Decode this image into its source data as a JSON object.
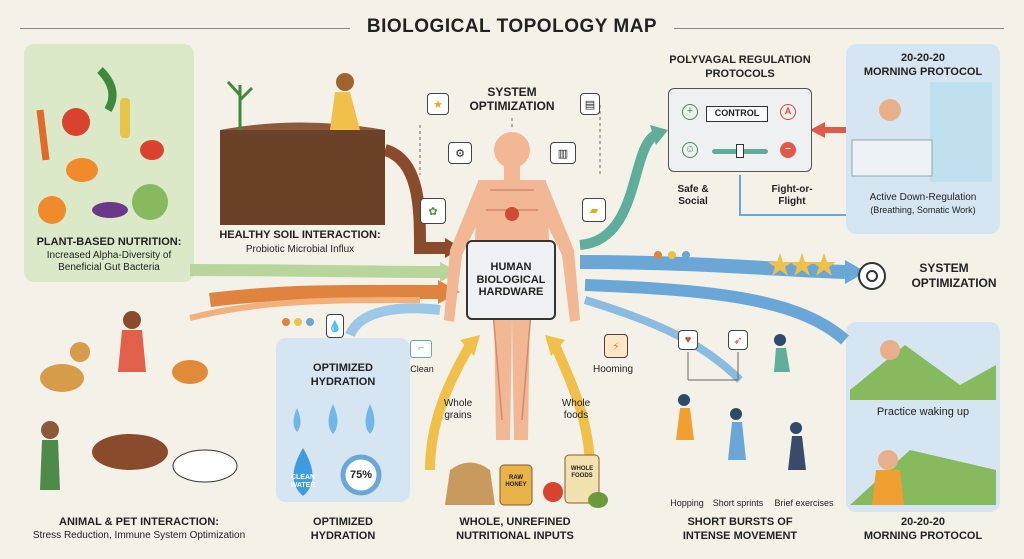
{
  "title": "BIOLOGICAL TOPOLOGY MAP",
  "plant": {
    "title": "PLANT-BASED NUTRITION:",
    "desc1": "Increased Alpha-Diversity of",
    "desc2": "Beneficial Gut Bacteria"
  },
  "soil": {
    "title": "HEALTHY SOIL INTERACTION:",
    "desc": "Probiotic Microbial Influx"
  },
  "system_top": {
    "line1": "SYSTEM",
    "line2": "OPTIMIZATION"
  },
  "polyvagal": {
    "line1": "POLYVAGAL REGULATION",
    "line2": "PROTOCOLS",
    "control": "CONTROL",
    "safe1": "Safe &",
    "safe2": "Social",
    "fight1": "Fight-or-",
    "fight2": "Flight"
  },
  "morning_top": {
    "line1": "20-20-20",
    "line2": "MORNING PROTOCOL",
    "desc1": "Active Down-Regulation",
    "desc2": "(Breathing, Somatic Work)"
  },
  "hardware": {
    "line1": "HUMAN",
    "line2": "BIOLOGICAL",
    "line3": "HARDWARE"
  },
  "system_right": {
    "line1": "SYSTEM",
    "line2": "OPTIMIZATION"
  },
  "hydration": {
    "title1": "OPTIMIZED",
    "title2": "HYDRATION",
    "clean": "Clean",
    "clean_water1": "CLEAN",
    "clean_water2": "WATER",
    "percent": "75%",
    "bottom1": "OPTIMIZED",
    "bottom2": "HYDRATION"
  },
  "animal": {
    "title": "ANIMAL & PET INTERACTION:",
    "desc": "Stress Reduction, Immune System Optimization"
  },
  "whole": {
    "grains1": "Whole",
    "grains2": "grains",
    "foods1": "Whole",
    "foods2": "foods",
    "raw1": "RAW",
    "raw2": "HONEY",
    "jar1": "WHOLE",
    "jar2": "FOODS",
    "title1": "WHOLE, UNREFINED",
    "title2": "NUTRITIONAL INPUTS"
  },
  "movement": {
    "hooming": "Hooming",
    "hopping": "Hopping",
    "sprints": "Short sprints",
    "brief": "Brief exercises",
    "title1": "SHORT BURSTS OF",
    "title2": "INTENSE MOVEMENT"
  },
  "morning_bottom": {
    "practice": "Practice waking up",
    "line1": "20-20-20",
    "line2": "MORNING PROTOCOL"
  },
  "colors": {
    "green_panel": "#dbe9c9",
    "blue_panel": "#d5e6f2",
    "orange_arrow": "#e0833f",
    "brown_arrow": "#8a4a2c",
    "teal_arrow": "#5fae9b",
    "blue_arrow": "#6aa7d6",
    "yellow_arrow": "#f0c04a",
    "body": "#f2b794"
  }
}
